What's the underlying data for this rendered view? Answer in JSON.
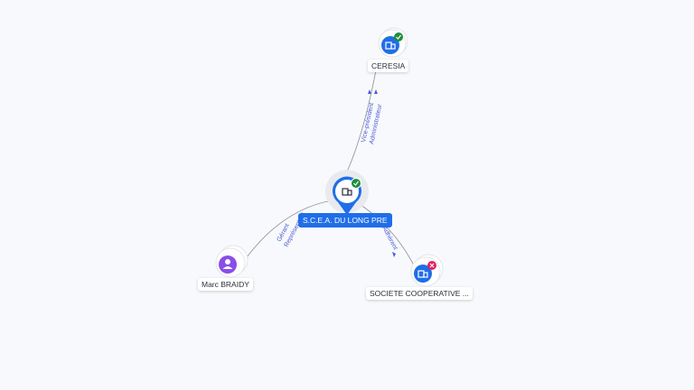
{
  "center": {
    "label": "S.C.E.A. DU LONG PRE",
    "icon": "company-icon",
    "status": "active"
  },
  "nodes": [
    {
      "id": "ceresia",
      "label": "CERESIA",
      "type": "company",
      "icon": "company-icon",
      "status": "active",
      "status_color": "#1e8e3e"
    },
    {
      "id": "marc",
      "label": "Marc BRAIDY",
      "type": "person",
      "icon": "person-icon",
      "status": "none"
    },
    {
      "id": "coop",
      "label": "SOCIETE COOPERATIVE ...",
      "type": "company",
      "icon": "company-icon",
      "status": "closed",
      "status_color": "#e0245e"
    }
  ],
  "edges": [
    {
      "from": "center",
      "to": "ceresia",
      "labels": [
        "Vice-président",
        "Administrateur"
      ]
    },
    {
      "from": "center",
      "to": "marc",
      "labels": [
        "Gérant",
        "Représentant"
      ]
    },
    {
      "from": "center",
      "to": "coop",
      "labels": [
        "Adhérent"
      ]
    }
  ],
  "colors": {
    "accent": "#1f6ee8",
    "person": "#8a4de8",
    "edge": "#8a8f98",
    "edge_label": "#4d5bd6",
    "active": "#1e8e3e",
    "closed": "#e0245e"
  }
}
